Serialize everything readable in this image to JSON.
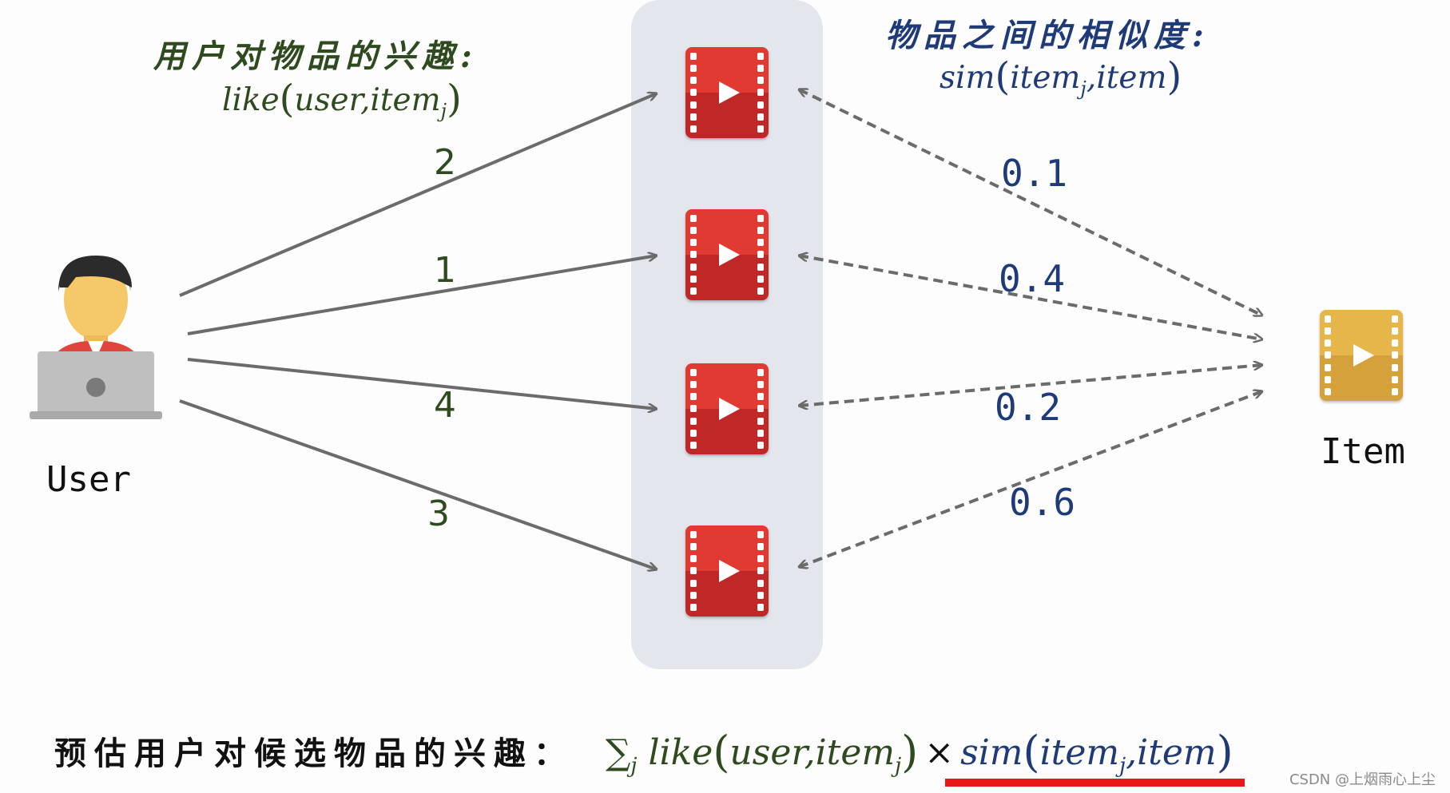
{
  "left_header": {
    "title": "用户对物品的兴趣:",
    "formula": {
      "fn": "like",
      "arg1": "user",
      "arg2": "item",
      "sub": "j"
    }
  },
  "right_header": {
    "title": "物品之间的相似度:",
    "formula": {
      "fn": "sim",
      "arg1": "item",
      "arg1_sub": "j",
      "arg2": "item"
    }
  },
  "user": {
    "label": "User",
    "icon": "user-laptop-icon"
  },
  "target_item": {
    "label": "Item",
    "icon": "video-film-icon",
    "color": "#e6b64b"
  },
  "candidate_items": [
    {
      "like": "2",
      "sim": "0.1"
    },
    {
      "like": "1",
      "sim": "0.4"
    },
    {
      "like": "4",
      "sim": "0.2"
    },
    {
      "like": "3",
      "sim": "0.6"
    }
  ],
  "bottom": {
    "prefix": "预估用户对候选物品的兴趣：",
    "sum_symbol": "∑",
    "sum_sub": "j",
    "times": "×"
  },
  "watermark": "CSDN @上烟雨心上尘",
  "colors": {
    "like_text": "#2e4a1e",
    "sim_text": "#1f3a78",
    "film_red": "#e13a33",
    "underline": "#e8181a",
    "column_bg": "#e3e6ec"
  }
}
